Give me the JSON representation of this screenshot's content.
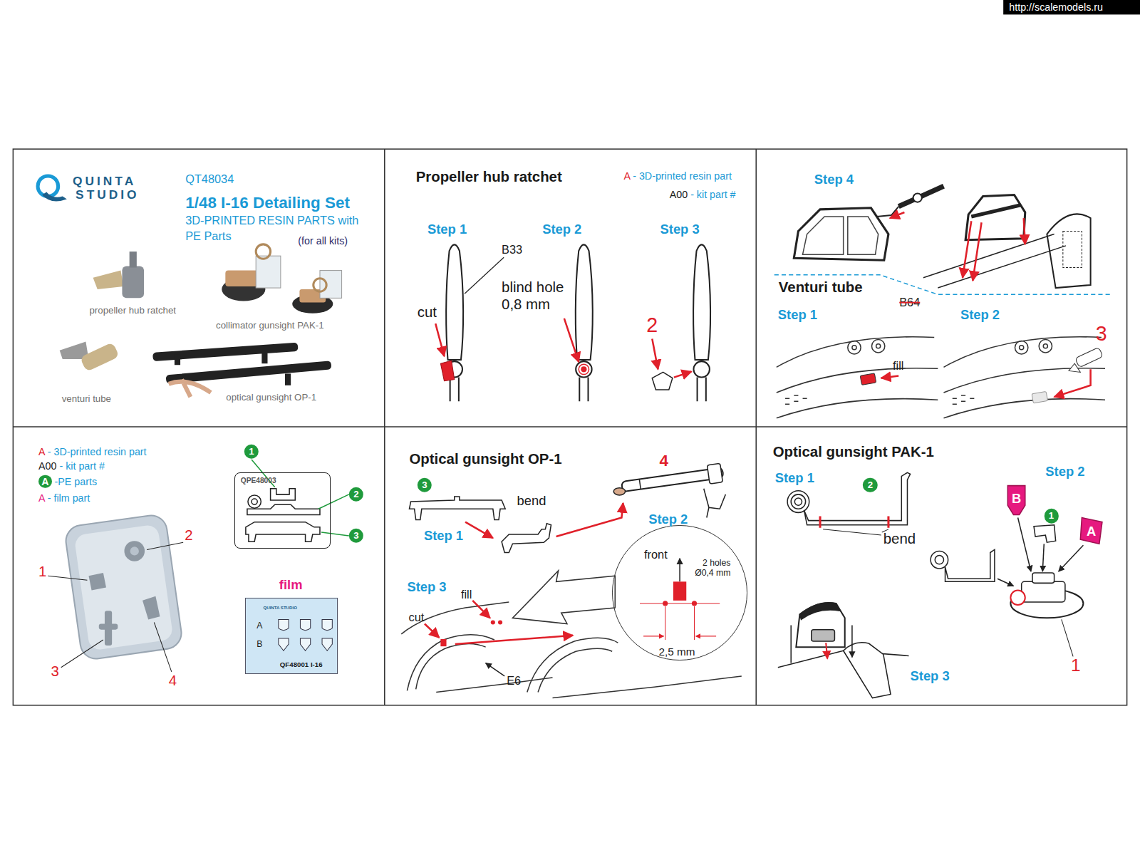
{
  "diagram": {
    "nodes": [
      {
        "text": [
          "QT48034",
          "1/48 I-16 Detailing Set",
          "3D-PRINTED RESIN PARTS with PE Parts",
          "(for all kits)"
        ]
      },
      {
        "text": [
          "Propeller hub ratchet"
        ]
      },
      {
        "text": [
          "Venturi tube"
        ]
      },
      {
        "text": [
          "QPE48003"
        ]
      },
      {
        "text": [
          "film",
          "QF48001 I-16"
        ]
      },
      {
        "text": [
          "Optical gunsight OP-1"
        ]
      },
      {
        "text": [
          "front",
          "2 holes Ø0,4 mm",
          "2,5 mm"
        ],
        "in": 5
      },
      {
        "text": [
          "Optical gunsight PAK-1"
        ]
      }
    ],
    "labels": [
      "http://scalemodels.ru",
      "QUINTA",
      "STUDIO",
      "propeller hub ratchet",
      "collimator gunsight PAK-1",
      "venturi tube",
      "optical gunsight OP-1",
      "Step 1",
      "Step 2",
      "Step 3",
      "B33",
      "cut",
      "blind hole 0,8 mm",
      "2",
      "Step 4",
      "Step 1",
      "B64",
      "Step 2",
      "fill",
      "3",
      "1",
      "2",
      "3",
      "1",
      "2",
      "3",
      "4",
      "QUINTA STUDIO",
      "A",
      "B",
      "3",
      "bend",
      "4",
      "Step 1",
      "Step 2",
      "Step 3",
      "cut",
      "fill",
      "E6",
      "Step 1",
      "2",
      "bend",
      "Step 2",
      "B",
      "1",
      "A",
      "1",
      "Step 3"
    ],
    "legend": [
      {
        "text": "A - 3D-printed resin part"
      },
      {
        "text": "A00 - kit part #"
      },
      {
        "text": "A - 3D-printed resin part"
      },
      {
        "text": "A00 - kit part #"
      },
      {
        "text": "A -PE parts"
      },
      {
        "text": "A - film part"
      }
    ]
  }
}
